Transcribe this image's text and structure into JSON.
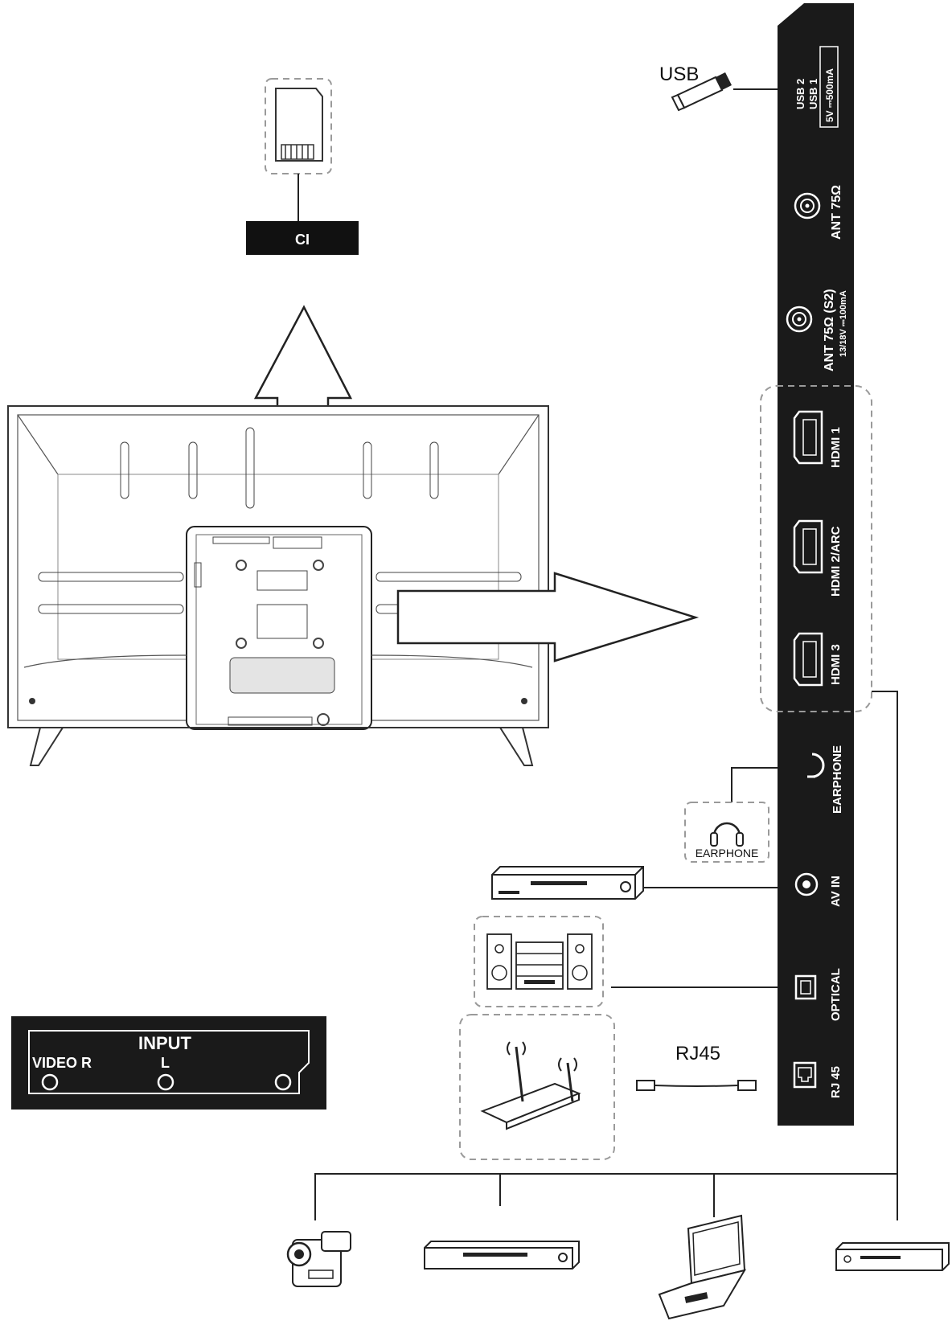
{
  "colors": {
    "panel": "#1a1a1a",
    "line": "#222222",
    "dash": "#9a9a9a",
    "background": "#ffffff"
  },
  "ci": {
    "label": "CI"
  },
  "usb": {
    "device_label": "USB",
    "port1": "USB 1",
    "port2": "USB 2",
    "power": "5V ⎓500mA"
  },
  "ant": {
    "ant1": "ANT 75Ω",
    "ant2": "ANT 75Ω (S2)",
    "ant2_power": "13/18V ⎓100mA"
  },
  "hdmi": {
    "hdmi1": "HDMI 1",
    "hdmi2": "HDMI 2/ARC",
    "hdmi3": "HDMI 3"
  },
  "earphone": {
    "port_label": "EARPHONE",
    "device_label": "EARPHONE"
  },
  "av": {
    "port_label": "AV IN"
  },
  "optical": {
    "port_label": "OPTICAL"
  },
  "rj45": {
    "port_label": "RJ 45",
    "cable_label": "RJ45"
  },
  "input_panel": {
    "title": "INPUT",
    "video_label": "VIDEO R",
    "l_label": "L"
  },
  "icons": {
    "usb_stick": "usb-stick-icon",
    "ci_card": "ci-card-icon",
    "headphones": "headphones-icon",
    "dvd": "dvd-player-icon",
    "stereo": "stereo-icon",
    "router": "router-icon",
    "camcorder": "camcorder-icon",
    "laptop": "laptop-icon"
  }
}
